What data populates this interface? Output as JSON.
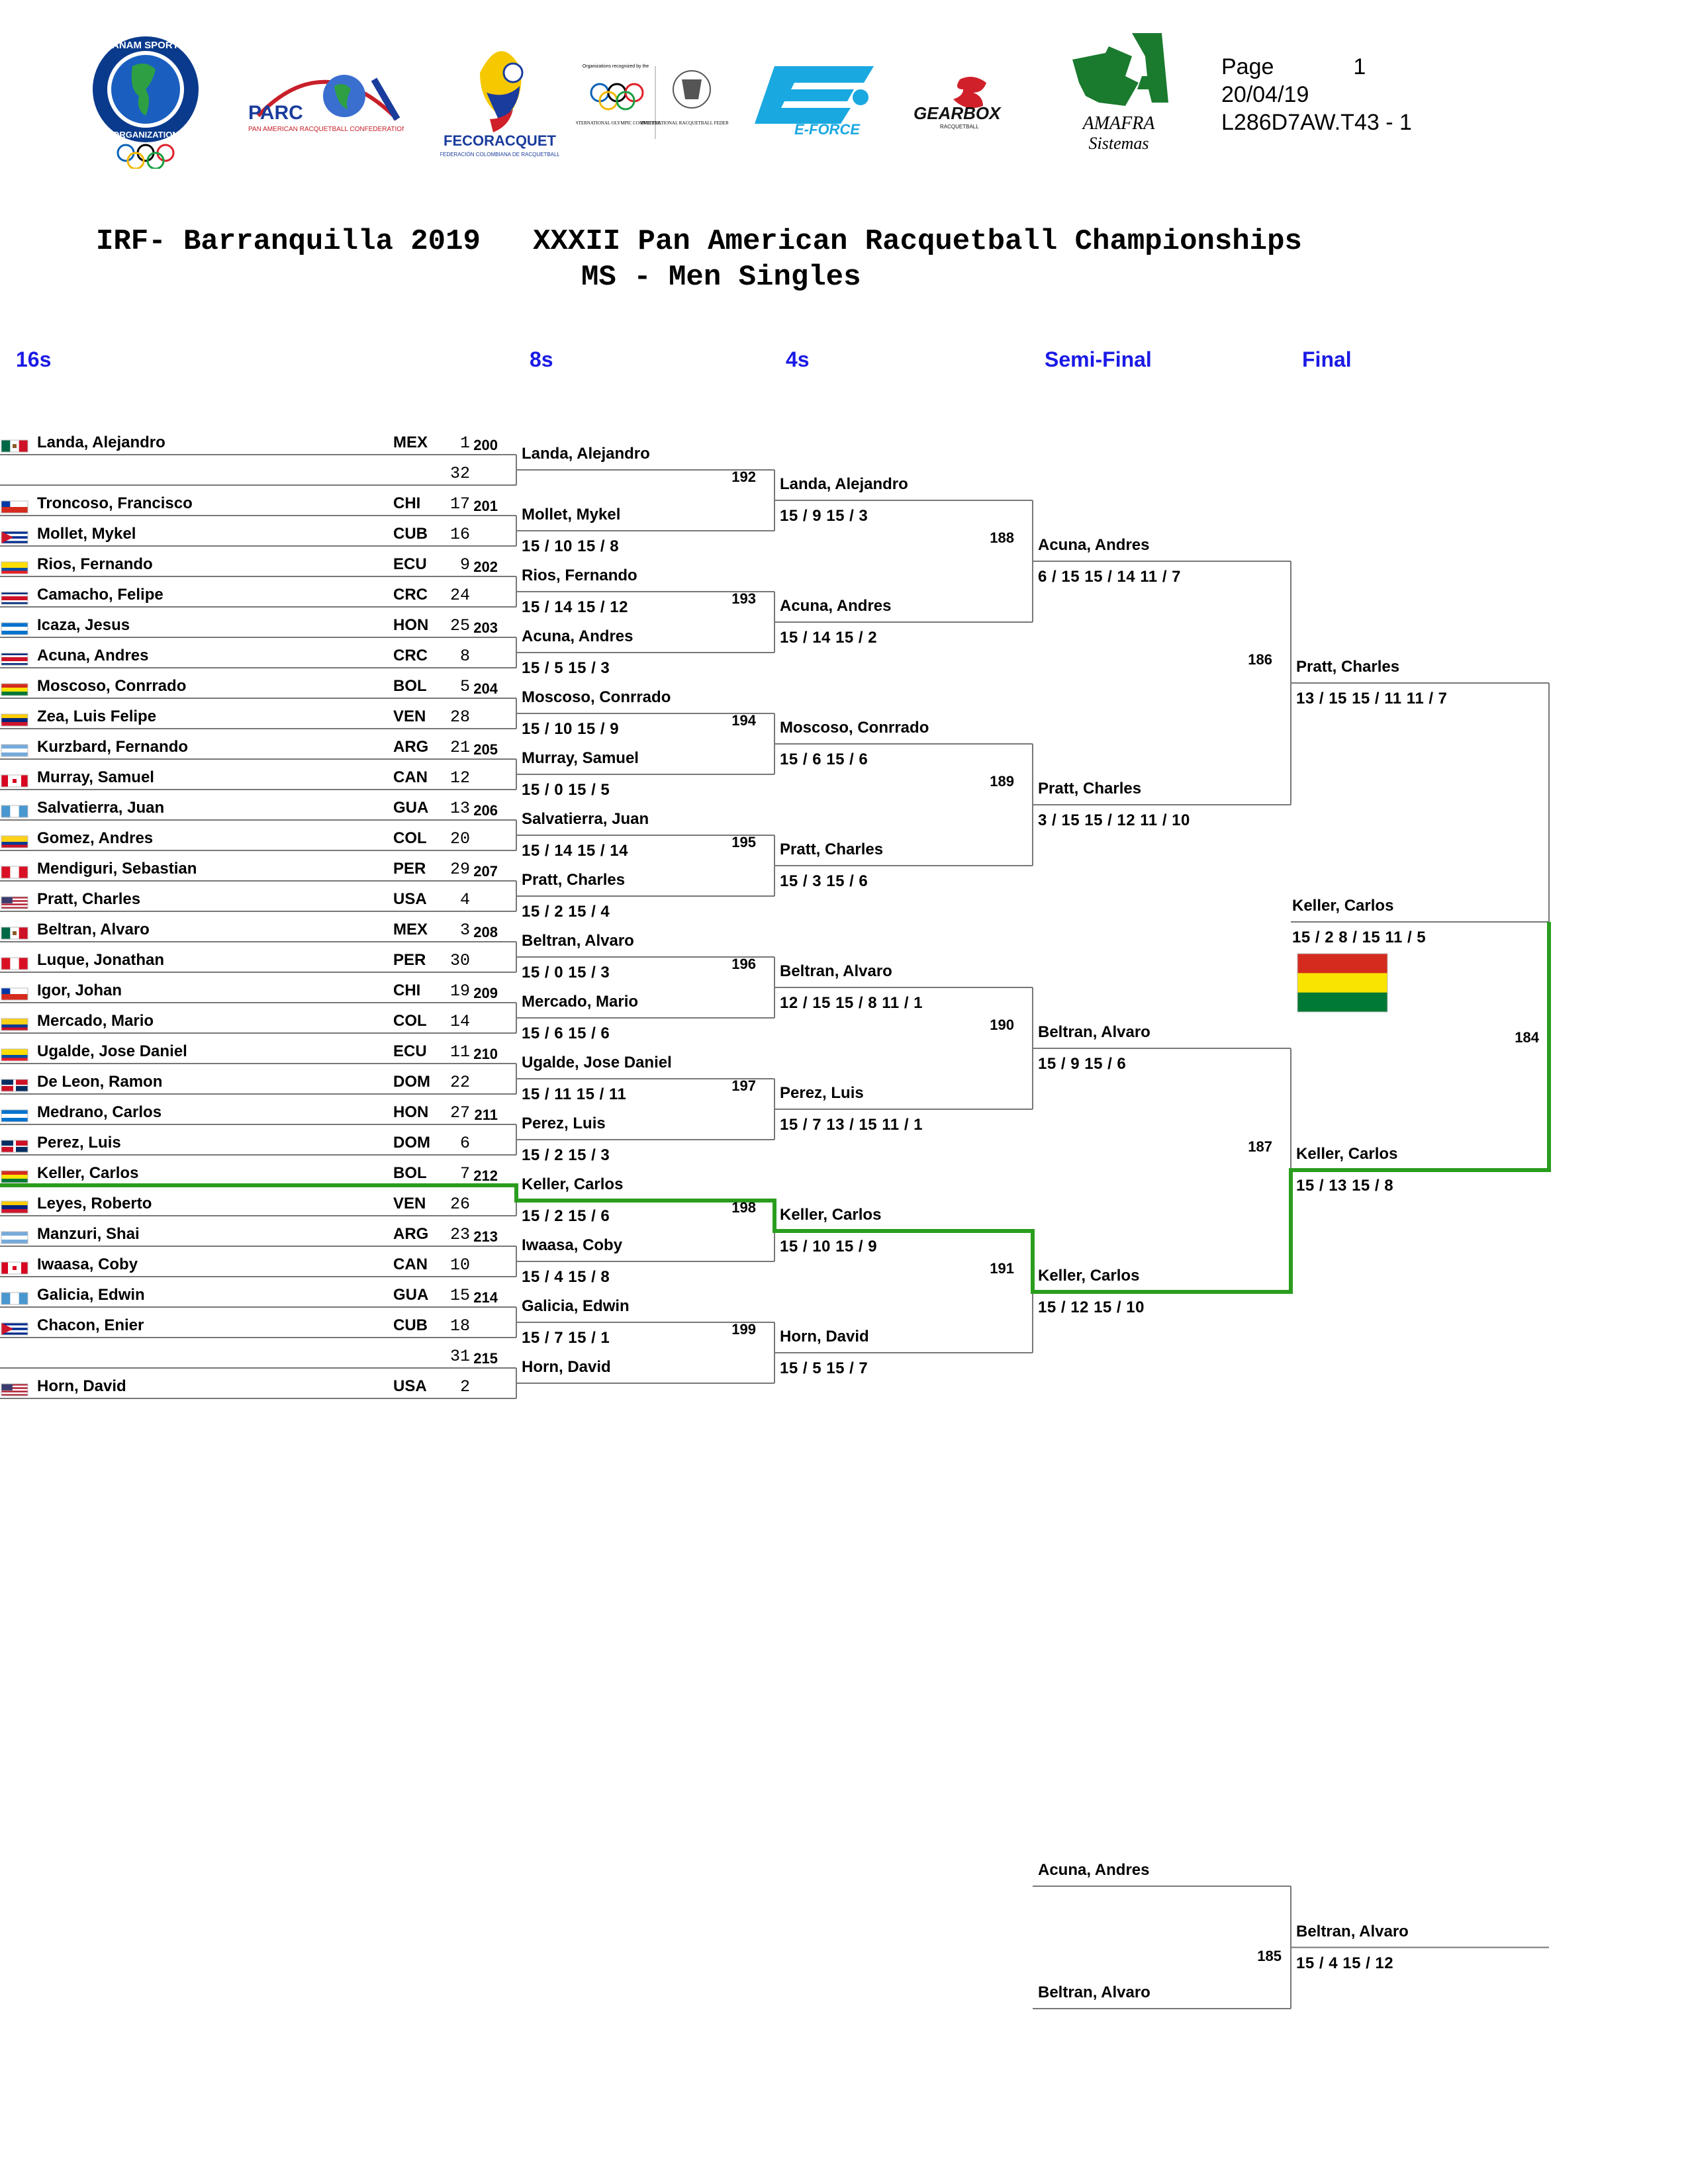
{
  "header": {
    "page_label": "Page",
    "page_number": "1",
    "date": "20/04/19",
    "code": "L286D7AW.T43 -  1"
  },
  "logos": {
    "panam_sports": {
      "top_text": "PANAM SPORTS",
      "bottom_text": "ORGANIZATION"
    },
    "parc": {
      "name": "PARC",
      "tagline": "PAN AMERICAN RACQUETBALL CONFEDERATION"
    },
    "fecoracquet": {
      "name": "FECORACQUET",
      "tagline": "FEDERACIÓN COLOMBIANA DE RACQUETBALL"
    },
    "ioc_irf": {
      "recognized": "Organizations recognized by the",
      "ioc": "INTERNATIONAL OLYMPIC COMMITTEE",
      "irf": "INTERNATIONAL RACQUETBALL FEDERATION"
    },
    "eforce": {
      "name": "E-FORCE"
    },
    "gearbox": {
      "name": "GEARBOX",
      "tagline": "RACQUETBALL"
    },
    "amafra": {
      "name": "AMAFRA",
      "sub": "Sistemas"
    }
  },
  "title": {
    "line1": "IRF- Barranquilla 2019   XXXII Pan American Racquetball Championships",
    "line2": "MS - Men Singles"
  },
  "rounds": [
    "16s",
    "8s",
    "4s",
    "Semi-Final",
    "Final"
  ],
  "colors": {
    "round_label": "#1a1ae6",
    "winner_path": "#2a9d1e"
  },
  "entries": [
    {
      "name": "Landa, Alejandro",
      "country": "MEX",
      "seed": "1",
      "flag": "mex"
    },
    {
      "name": "",
      "country": "",
      "seed": "32",
      "flag": ""
    },
    {
      "name": "Troncoso, Francisco",
      "country": "CHI",
      "seed": "17",
      "flag": "chi"
    },
    {
      "name": "Mollet, Mykel",
      "country": "CUB",
      "seed": "16",
      "flag": "cub"
    },
    {
      "name": "Rios, Fernando",
      "country": "ECU",
      "seed": "9",
      "flag": "ecu"
    },
    {
      "name": "Camacho, Felipe",
      "country": "CRC",
      "seed": "24",
      "flag": "crc"
    },
    {
      "name": "Icaza, Jesus",
      "country": "HON",
      "seed": "25",
      "flag": "hon"
    },
    {
      "name": "Acuna, Andres",
      "country": "CRC",
      "seed": "8",
      "flag": "crc"
    },
    {
      "name": "Moscoso, Conrrado",
      "country": "BOL",
      "seed": "5",
      "flag": "bol"
    },
    {
      "name": "Zea, Luis Felipe",
      "country": "VEN",
      "seed": "28",
      "flag": "ven"
    },
    {
      "name": "Kurzbard, Fernando",
      "country": "ARG",
      "seed": "21",
      "flag": "arg"
    },
    {
      "name": "Murray, Samuel",
      "country": "CAN",
      "seed": "12",
      "flag": "can"
    },
    {
      "name": "Salvatierra, Juan",
      "country": "GUA",
      "seed": "13",
      "flag": "gua"
    },
    {
      "name": "Gomez, Andres",
      "country": "COL",
      "seed": "20",
      "flag": "col"
    },
    {
      "name": "Mendiguri, Sebastian",
      "country": "PER",
      "seed": "29",
      "flag": "per"
    },
    {
      "name": "Pratt, Charles",
      "country": "USA",
      "seed": "4",
      "flag": "usa"
    },
    {
      "name": "Beltran, Alvaro",
      "country": "MEX",
      "seed": "3",
      "flag": "mex"
    },
    {
      "name": "Luque, Jonathan",
      "country": "PER",
      "seed": "30",
      "flag": "per"
    },
    {
      "name": "Igor, Johan",
      "country": "CHI",
      "seed": "19",
      "flag": "chi"
    },
    {
      "name": "Mercado, Mario",
      "country": "COL",
      "seed": "14",
      "flag": "col"
    },
    {
      "name": "Ugalde, Jose Daniel",
      "country": "ECU",
      "seed": "11",
      "flag": "ecu"
    },
    {
      "name": "De Leon, Ramon",
      "country": "DOM",
      "seed": "22",
      "flag": "dom"
    },
    {
      "name": "Medrano, Carlos",
      "country": "HON",
      "seed": "27",
      "flag": "hon"
    },
    {
      "name": "Perez, Luis",
      "country": "DOM",
      "seed": "6",
      "flag": "dom"
    },
    {
      "name": "Keller, Carlos",
      "country": "BOL",
      "seed": "7",
      "flag": "bol"
    },
    {
      "name": "Leyes, Roberto",
      "country": "VEN",
      "seed": "26",
      "flag": "ven"
    },
    {
      "name": "Manzuri, Shai",
      "country": "ARG",
      "seed": "23",
      "flag": "arg"
    },
    {
      "name": "Iwaasa, Coby",
      "country": "CAN",
      "seed": "10",
      "flag": "can"
    },
    {
      "name": "Galicia, Edwin",
      "country": "GUA",
      "seed": "15",
      "flag": "gua"
    },
    {
      "name": "Chacon, Enier",
      "country": "CUB",
      "seed": "18",
      "flag": "cub"
    },
    {
      "name": "",
      "country": "",
      "seed": "31",
      "flag": ""
    },
    {
      "name": "Horn, David",
      "country": "USA",
      "seed": "2",
      "flag": "usa"
    }
  ],
  "round2": [
    {
      "match": "200",
      "winner": "Landa, Alejandro",
      "score": ""
    },
    {
      "match": "201",
      "winner": "Mollet, Mykel",
      "score": "15 / 10  15 / 8"
    },
    {
      "match": "202",
      "winner": "Rios, Fernando",
      "score": "15 / 14  15 / 12"
    },
    {
      "match": "203",
      "winner": "Acuna, Andres",
      "score": "15 / 5  15 / 3"
    },
    {
      "match": "204",
      "winner": "Moscoso, Conrrado",
      "score": "15 / 10  15 / 9"
    },
    {
      "match": "205",
      "winner": "Murray, Samuel",
      "score": "15 / 0  15 / 5"
    },
    {
      "match": "206",
      "winner": "Salvatierra, Juan",
      "score": "15 / 14  15 / 14"
    },
    {
      "match": "207",
      "winner": "Pratt, Charles",
      "score": "15 / 2  15 / 4"
    },
    {
      "match": "208",
      "winner": "Beltran, Alvaro",
      "score": "15 / 0  15 / 3"
    },
    {
      "match": "209",
      "winner": "Mercado, Mario",
      "score": "15 / 6  15 / 6"
    },
    {
      "match": "210",
      "winner": "Ugalde, Jose Daniel",
      "score": "15 / 11  15 / 11"
    },
    {
      "match": "211",
      "winner": "Perez, Luis",
      "score": "15 / 2  15 / 3"
    },
    {
      "match": "212",
      "winner": "Keller, Carlos",
      "score": "15 / 2  15 / 6"
    },
    {
      "match": "213",
      "winner": "Iwaasa, Coby",
      "score": "15 / 4  15 / 8"
    },
    {
      "match": "214",
      "winner": "Galicia, Edwin",
      "score": "15 / 7  15 / 1"
    },
    {
      "match": "215",
      "winner": "Horn, David",
      "score": ""
    }
  ],
  "round3": [
    {
      "match": "192",
      "winner": "Landa, Alejandro",
      "score": "15 / 9  15 / 3"
    },
    {
      "match": "193",
      "winner": "Acuna, Andres",
      "score": "15 / 14  15 / 2"
    },
    {
      "match": "194",
      "winner": "Moscoso, Conrrado",
      "score": "15 / 6  15 / 6"
    },
    {
      "match": "195",
      "winner": "Pratt, Charles",
      "score": "15 / 3  15 / 6"
    },
    {
      "match": "196",
      "winner": "Beltran, Alvaro",
      "score": "12 / 15  15 / 8  11 / 1"
    },
    {
      "match": "197",
      "winner": "Perez, Luis",
      "score": "15 / 7  13 / 15  11 / 1"
    },
    {
      "match": "198",
      "winner": "Keller, Carlos",
      "score": "15 / 10  15 / 9"
    },
    {
      "match": "199",
      "winner": "Horn, David",
      "score": "15 / 5  15 / 7"
    }
  ],
  "round4": [
    {
      "match": "188",
      "winner": "Acuna, Andres",
      "score": "6 / 15  15 / 14  11 / 7"
    },
    {
      "match": "189",
      "winner": "Pratt, Charles",
      "score": "3 / 15  15 / 12  11 / 10"
    },
    {
      "match": "190",
      "winner": "Beltran, Alvaro",
      "score": "15 / 9  15 / 6"
    },
    {
      "match": "191",
      "winner": "Keller, Carlos",
      "score": "15 / 12  15 / 10"
    }
  ],
  "round5": [
    {
      "match": "186",
      "winner": "Pratt, Charles",
      "score": "13 / 15  15 / 11  11 / 7"
    },
    {
      "match": "187",
      "winner": "Keller, Carlos",
      "score": "15 / 13  15 / 8"
    }
  ],
  "final": {
    "match": "184",
    "winner": "Keller, Carlos",
    "score": "15 / 2  8 / 15  11 / 5",
    "flag": "bol"
  },
  "third_place": {
    "match": "185",
    "player_a": "Acuna, Andres",
    "player_b": "Beltran, Alvaro",
    "winner": "Beltran, Alvaro",
    "score": "15 / 4  15 / 12"
  }
}
